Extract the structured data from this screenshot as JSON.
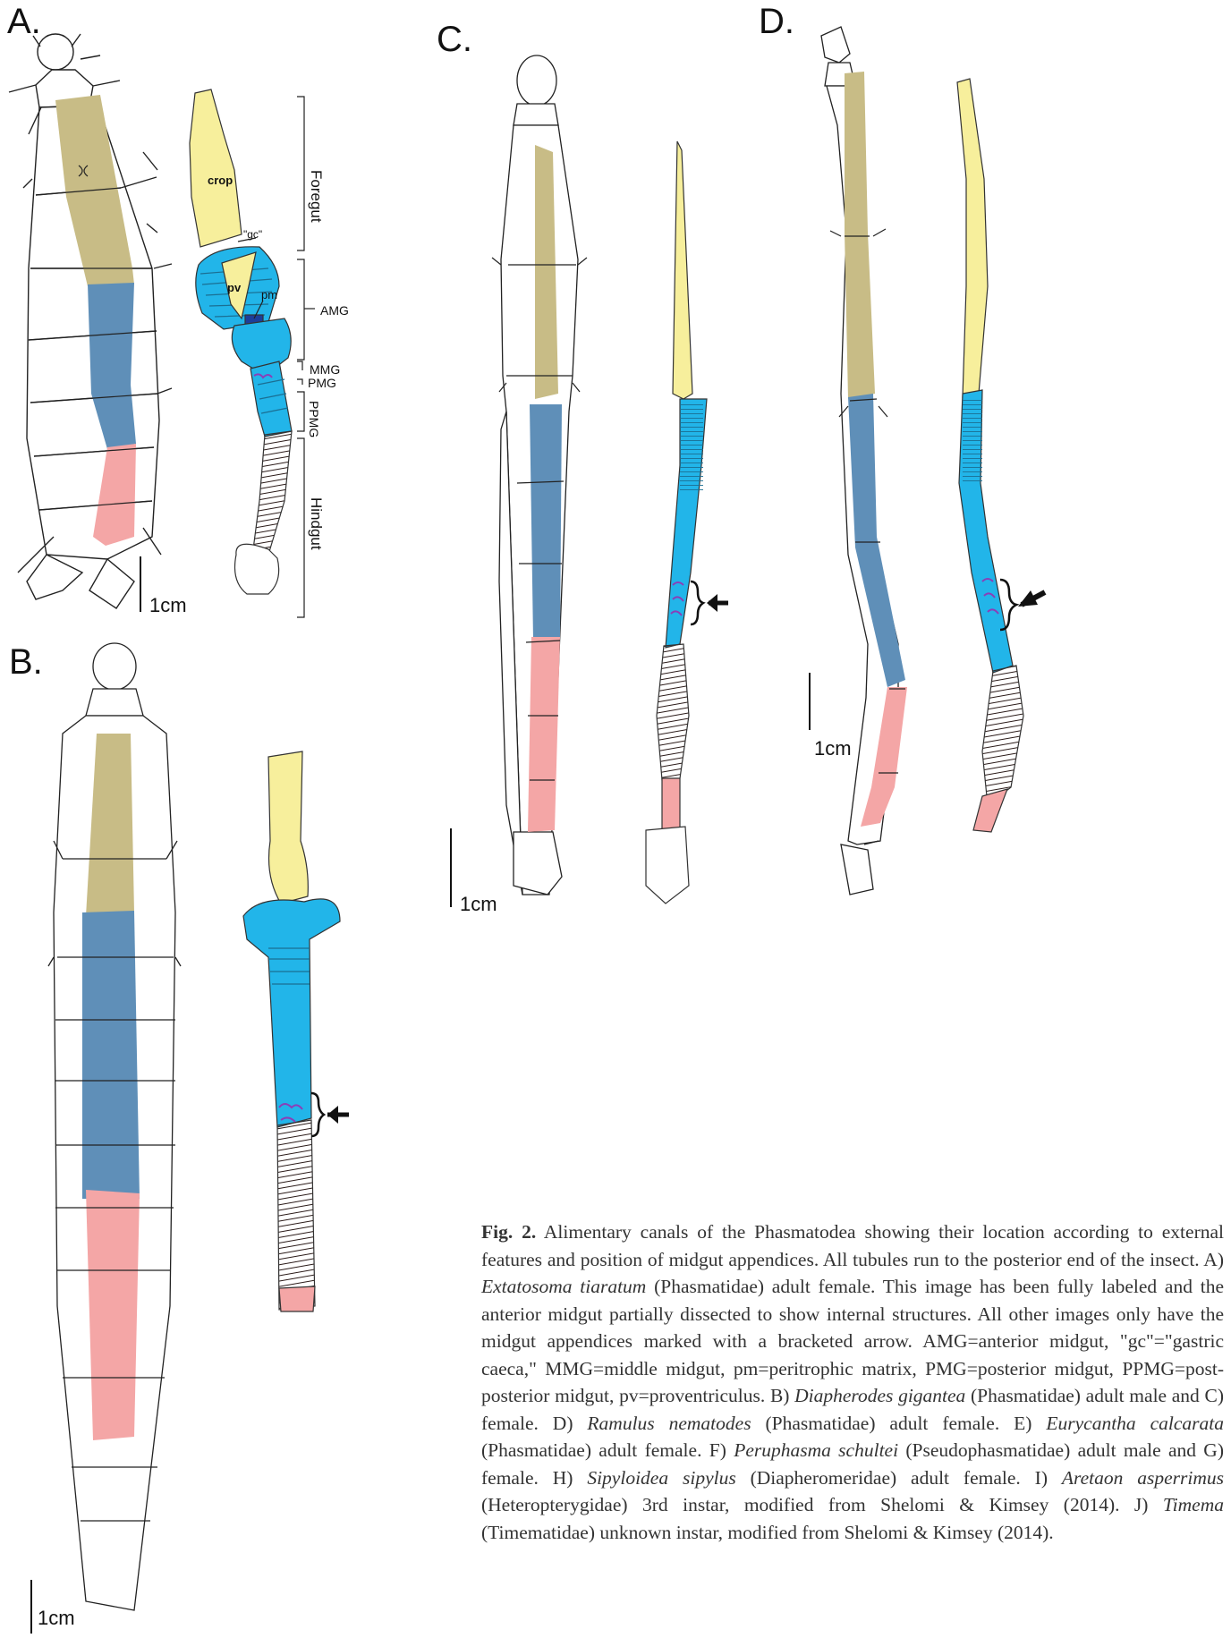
{
  "figure": {
    "panels": [
      "A.",
      "B.",
      "C.",
      "D."
    ],
    "scale_bar": "1cm",
    "panel_a_labels": {
      "crop": "crop",
      "gc": "\"gc\"",
      "pv": "pv",
      "pm": "pm",
      "foregut": "Foregut",
      "amg": "AMG",
      "mmg": "MMG",
      "pmg": "PMG",
      "ppmg": "PPMG",
      "hindgut": "Hindgut"
    },
    "colors": {
      "foregut_body": "#c8bc86",
      "foregut_gut": "#f7ef9c",
      "midgut_body": "#5f8fb8",
      "midgut_gut": "#22b5e9",
      "hindgut_body": "#f4a6a6",
      "hindgut_gut": "#5a3a36",
      "pm": "#1c3e9a",
      "appendices": "#8a3fb8"
    }
  },
  "caption": {
    "fig_label": "Fig. 2.",
    "parts": [
      {
        "t": " Alimentary canals of the Phasmatodea showing their location according to external features and position of midgut appendices. All tubules run to the posterior end of the insect. A) ",
        "i": false
      },
      {
        "t": "Extatosoma tiaratum",
        "i": true
      },
      {
        "t": " (Phasmatidae) adult female. This image has been fully labeled and the anterior midgut partially dissected to show internal structures. All other images only have the midgut appendices marked with a bracketed arrow. AMG=anterior midgut, \"gc\"=\"gastric caeca,\" MMG=middle midgut, pm=peritrophic matrix, PMG=posterior midgut, PPMG=post-posterior midgut, pv=proventriculus. B) ",
        "i": false
      },
      {
        "t": "Diapherodes gigantea",
        "i": true
      },
      {
        "t": " (Phasmatidae) adult male and C) female. D) ",
        "i": false
      },
      {
        "t": "Ramulus nematodes",
        "i": true
      },
      {
        "t": " (Phasmatidae) adult female. E) ",
        "i": false
      },
      {
        "t": "Eurycantha calcarata",
        "i": true
      },
      {
        "t": " (Phasmatidae) adult female. F) ",
        "i": false
      },
      {
        "t": "Peruphasma schultei",
        "i": true
      },
      {
        "t": " (Pseudophasmatidae) adult male and G) female. H) ",
        "i": false
      },
      {
        "t": "Sipyloidea sipylus",
        "i": true
      },
      {
        "t": " (Diapheromeridae) adult female. I) ",
        "i": false
      },
      {
        "t": "Aretaon asperrimus",
        "i": true
      },
      {
        "t": " (Heteropterygidae) 3rd instar, modified from Shelomi & Kimsey (2014). J) ",
        "i": false
      },
      {
        "t": "Timema",
        "i": true
      },
      {
        "t": " (Timematidae) unknown instar, modified from Shelomi & Kimsey (2014).",
        "i": false
      }
    ]
  }
}
